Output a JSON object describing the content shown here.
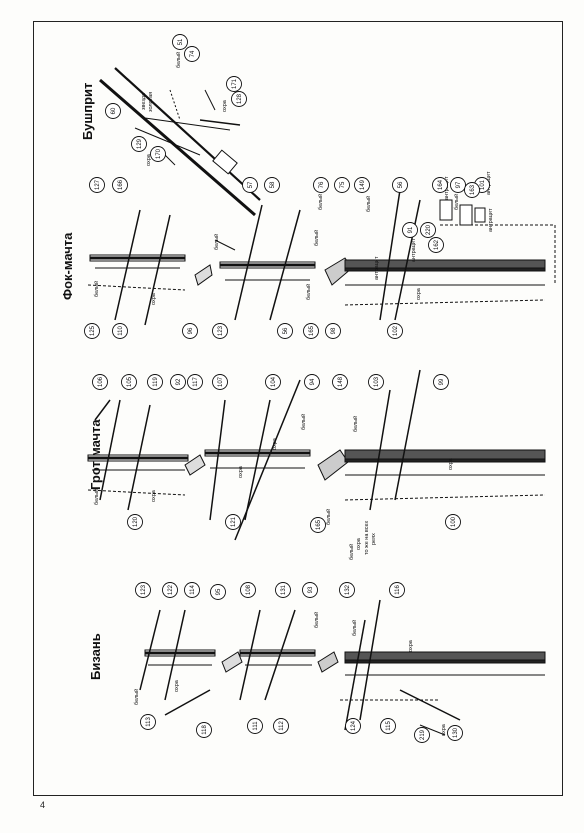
{
  "page_number": "4",
  "sections": {
    "mizzen": {
      "title": "Бизань"
    },
    "main": {
      "title": "Грот-мачта"
    },
    "fore": {
      "title": "Фок-мачта"
    },
    "bowsprit": {
      "title": "Бушприт"
    }
  },
  "labels": {
    "white": "белый",
    "ochre": "охра",
    "anchor_pin": "антрацит",
    "star": "звезда",
    "gold": "золотая",
    "top_note_1": "то же на всех",
    "top_note_2": "реях"
  },
  "callouts": {
    "mizzen": [
      "123",
      "122",
      "114",
      "95",
      "108",
      "131",
      "93",
      "132",
      "116",
      "113",
      "118",
      "111",
      "112",
      "124",
      "115",
      "219",
      "130"
    ],
    "main": [
      "106",
      "105",
      "119",
      "92",
      "117",
      "107",
      "104",
      "94",
      "148",
      "103",
      "99",
      "120",
      "121",
      "165",
      "100"
    ],
    "fore": [
      "127",
      "166",
      "57",
      "58",
      "76",
      "75",
      "149",
      "56",
      "164",
      "97",
      "101",
      "125",
      "110",
      "96",
      "123b",
      "56b",
      "165b",
      "98",
      "102",
      "91",
      "220",
      "162",
      "163"
    ],
    "bowsprit": [
      "60",
      "51",
      "74",
      "128",
      "171",
      "129",
      "170"
    ]
  },
  "callout_display": {
    "123b": "123",
    "56b": "56",
    "165b": "165"
  }
}
